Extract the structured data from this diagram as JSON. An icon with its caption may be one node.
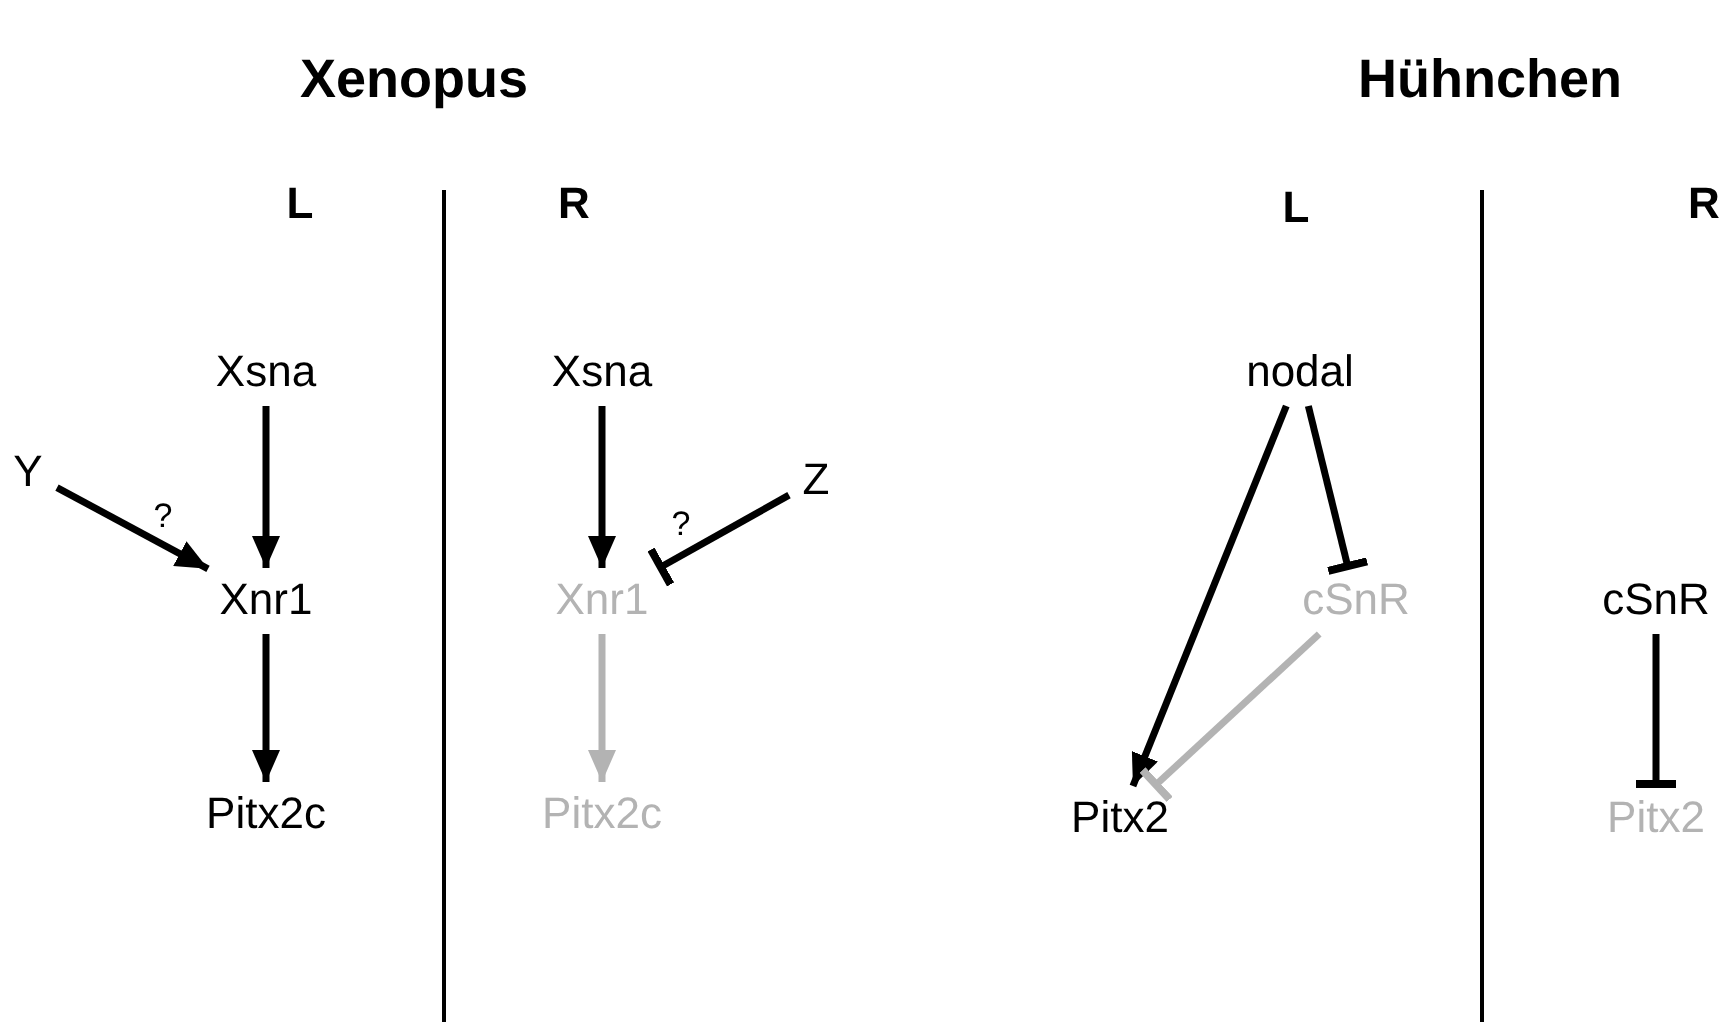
{
  "diagram": {
    "nodes": [
      {
        "text": [
          "Xsna"
        ]
      },
      {
        "text": [
          "Y"
        ]
      },
      {
        "text": [
          "Xnr1"
        ]
      },
      {
        "text": [
          "Pitx2c"
        ]
      },
      {
        "text": [
          "Xsna"
        ]
      },
      {
        "text": [
          "Z"
        ]
      },
      {
        "text": [
          "Xnr1"
        ]
      },
      {
        "text": [
          "Pitx2c"
        ]
      },
      {
        "text": [
          "nodal"
        ]
      },
      {
        "text": [
          "cSnR"
        ]
      },
      {
        "text": [
          "Pitx2"
        ]
      },
      {
        "text": [
          "cSnR"
        ]
      },
      {
        "text": [
          "Pitx2"
        ]
      }
    ],
    "edges": [
      {
        "from": 0,
        "to": 2,
        "arrow": "to"
      },
      {
        "from": 1,
        "to": 2,
        "arrow": "to",
        "label": "?"
      },
      {
        "from": 2,
        "to": 3,
        "arrow": "to"
      },
      {
        "from": 4,
        "to": 6,
        "arrow": "to"
      },
      {
        "from": 5,
        "to": 6,
        "arrow": "other",
        "label": "?"
      },
      {
        "from": 6,
        "to": 7,
        "arrow": "to",
        "color": "#b3b3b3"
      },
      {
        "from": 8,
        "to": 10,
        "arrow": "to"
      },
      {
        "from": 8,
        "to": 9,
        "arrow": "other"
      },
      {
        "from": 9,
        "to": 10,
        "arrow": "other",
        "color": "#b3b3b3"
      },
      {
        "from": 11,
        "to": 12,
        "arrow": "other"
      }
    ],
    "labels": [
      "Xenopus",
      "Hühnchen",
      "L",
      "R",
      "L",
      "R"
    ]
  }
}
